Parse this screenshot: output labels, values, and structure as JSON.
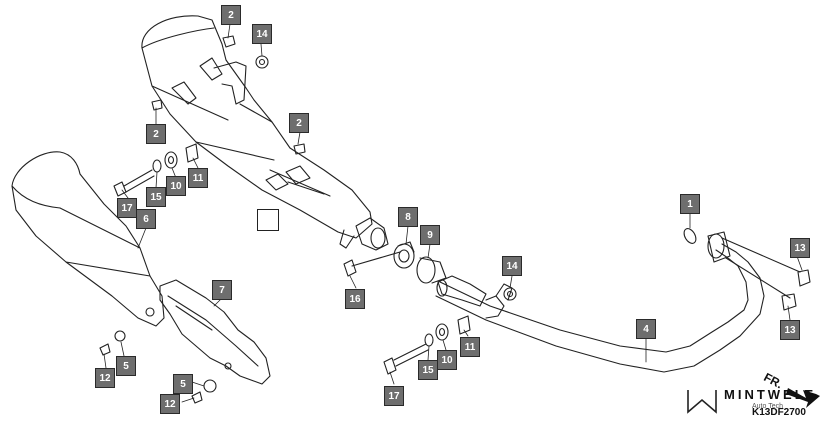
{
  "callouts": {
    "c1": "1",
    "c2a": "2",
    "c2b": "2",
    "c2c": "2",
    "c4": "4",
    "c5a": "5",
    "c5b": "5",
    "c6": "6",
    "c7": "7",
    "c8": "8",
    "c9": "9",
    "c10a": "10",
    "c10b": "10",
    "c11a": "11",
    "c11b": "11",
    "c12a": "12",
    "c12b": "12",
    "c13a": "13",
    "c13b": "13",
    "c14a": "14",
    "c14b": "14",
    "c15a": "15",
    "c15b": "15",
    "c16": "16",
    "c17a": "17",
    "c17b": "17"
  },
  "front_label": "FR.",
  "diagram_code": "K13DF2700",
  "brand": {
    "name": "MINTWELT",
    "sub": "Auto Tech"
  },
  "colors": {
    "callout_fill": "#6e6e6e",
    "line": "#222222"
  }
}
